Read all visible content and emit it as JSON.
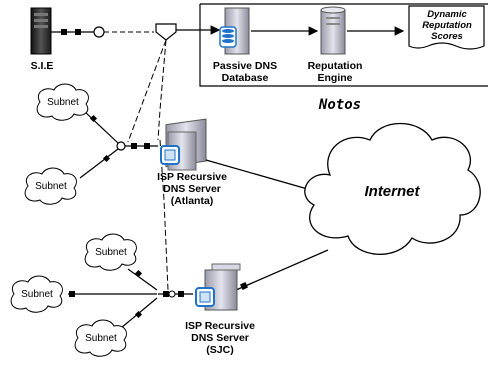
{
  "nodes": {
    "sie": "S.I.E",
    "passive_dns": [
      "Passive DNS",
      "Database"
    ],
    "reputation_engine": [
      "Reputation",
      "Engine"
    ],
    "dynamic_scores": [
      "Dynamic",
      "Reputation",
      "Scores"
    ],
    "notos": "Notos",
    "isp_atlanta": [
      "ISP Recursive",
      "DNS Server",
      "(Atlanta)"
    ],
    "isp_sjc": [
      "ISP Recursive",
      "DNS Server",
      "(SJC)"
    ],
    "internet": "Internet",
    "subnet": "Subnet"
  },
  "colors": {
    "line": "#000000",
    "server_dark": "#2a2a2a",
    "server_light": "#c8c8d8",
    "disk_blue": "#1f73c9"
  }
}
